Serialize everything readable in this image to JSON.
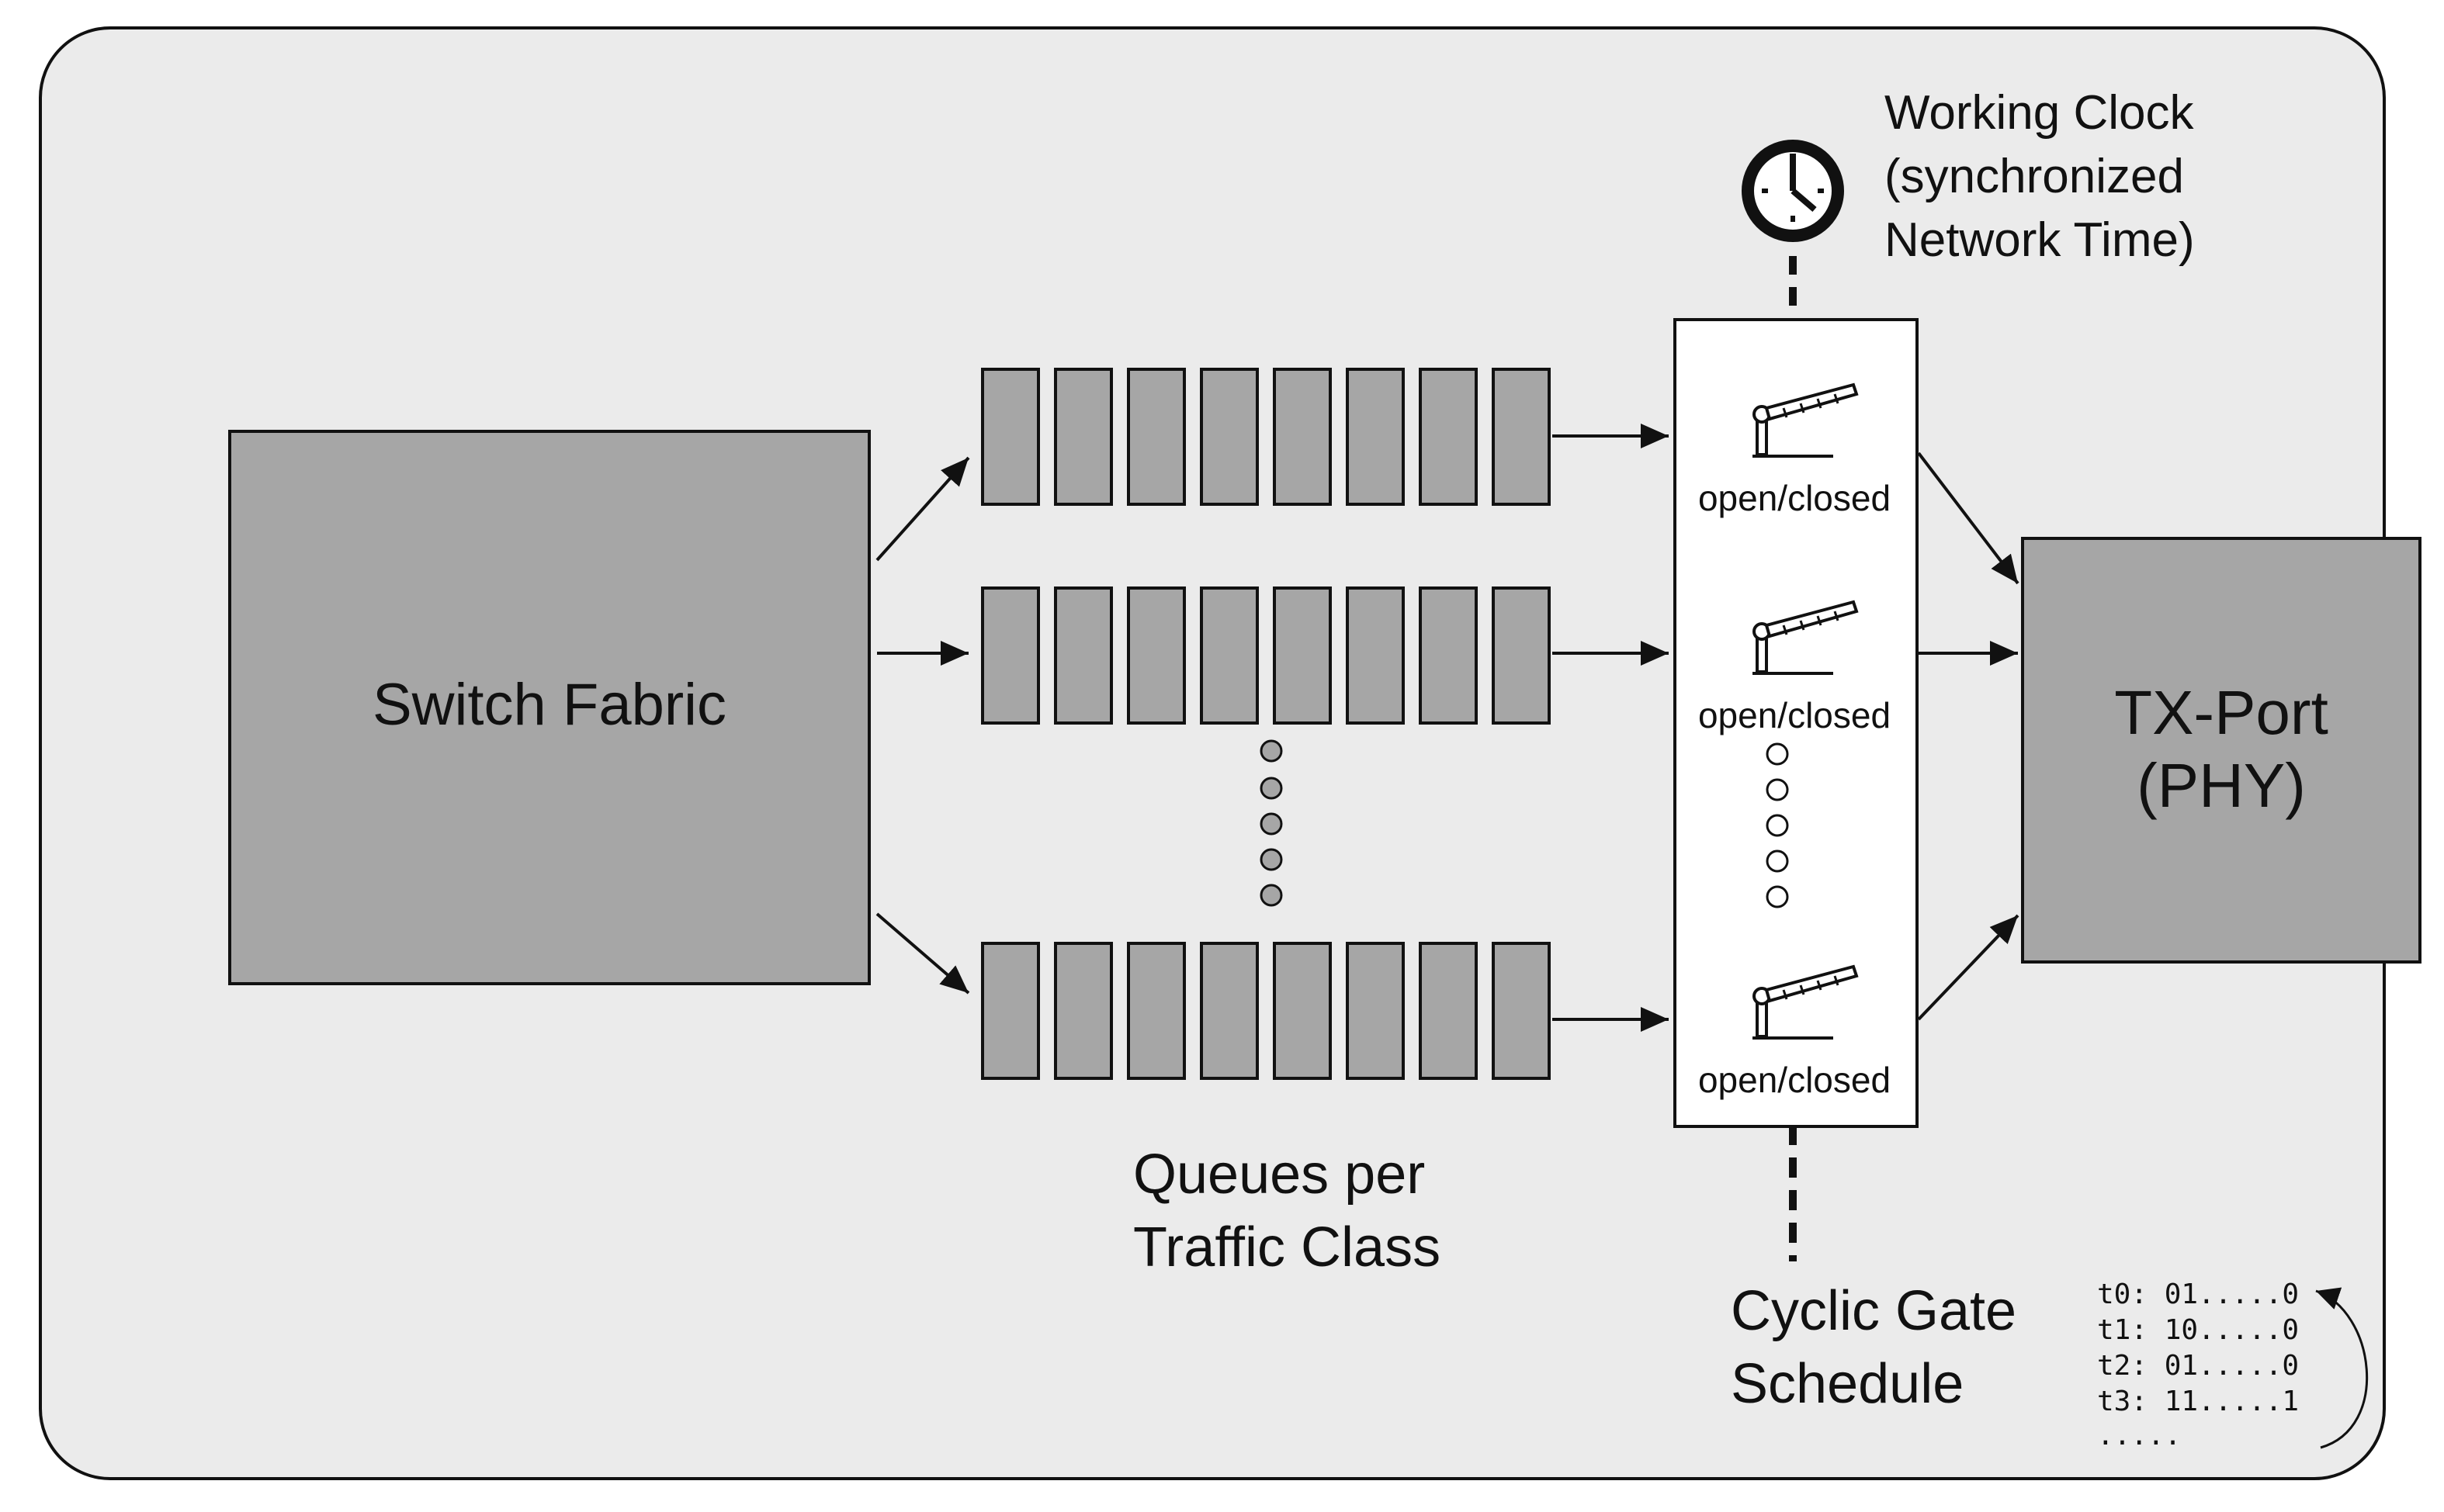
{
  "labels": {
    "switch_fabric": "Switch Fabric",
    "tx_port_line1": "TX-Port",
    "tx_port_line2": "(PHY)",
    "working_clock_line1": "Working Clock",
    "working_clock_line2": "(synchronized",
    "working_clock_line3": "Network Time)",
    "queues_line1": "Queues per",
    "queues_line2": "Traffic Class",
    "schedule_line1": "Cyclic Gate",
    "schedule_line2": "Schedule",
    "gates": [
      "open/closed",
      "open/closed",
      "open/closed"
    ]
  },
  "schedule_entries": [
    "t0: 01.....0",
    "t1: 10.....0",
    "t2: 01.....0",
    "t3: 11.....1",
    "....."
  ],
  "icons": {
    "clock": "clock-icon",
    "gate": "barrier-gate-icon"
  },
  "colors": {
    "background_panel": "#ebebeb",
    "box_fill": "#a6a6a6",
    "queue_fill": "#a6a6a6",
    "gate_panel": "#ffffff",
    "stroke": "#111111"
  }
}
